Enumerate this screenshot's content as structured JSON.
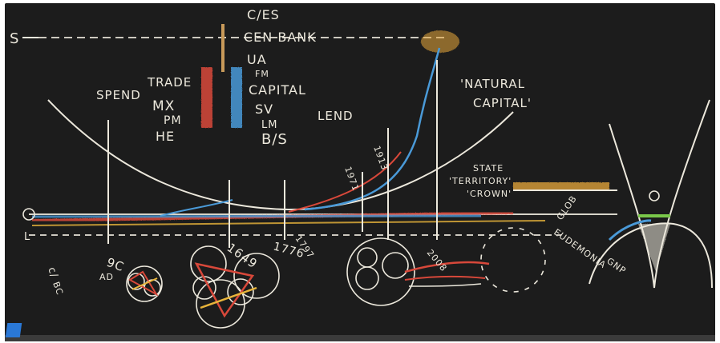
{
  "labels": {
    "s": "S",
    "ces": "C/ES",
    "cen_bank": "CEN BANK",
    "ua": "UA",
    "fm": "FM",
    "capital": "CAPITAL",
    "sv": "SV",
    "lm": "LM",
    "bs": "B/S",
    "lend": "LEND",
    "spend": "SPEND",
    "trade": "TRADE",
    "mx": "MX",
    "pm": "PM",
    "he": "HE",
    "natural": "'NATURAL",
    "capital2": "CAPITAL'",
    "state": "STATE",
    "territory": "'TERRITORY'",
    "crown": "'CROWN'",
    "l": "L",
    "bc": "c/",
    "bc2": "BC",
    "nine_c": "9C",
    "ad": "AD",
    "y1649": "1649",
    "y1776": "1776",
    "y1797": "1797",
    "y1913": "1913",
    "y1971": "1971",
    "y2008": "2008",
    "glob": "GLOB",
    "eudemonia": "EUDEMONIA",
    "gnp": "GNP"
  },
  "colors": {
    "chalk_white": "#ece8dc",
    "chalk_red": "#d8483a",
    "chalk_blue": "#4a9ad8",
    "chalk_yellow": "#e8b43a",
    "chalk_green": "#7ac84a",
    "board": "#1c1c1c"
  }
}
